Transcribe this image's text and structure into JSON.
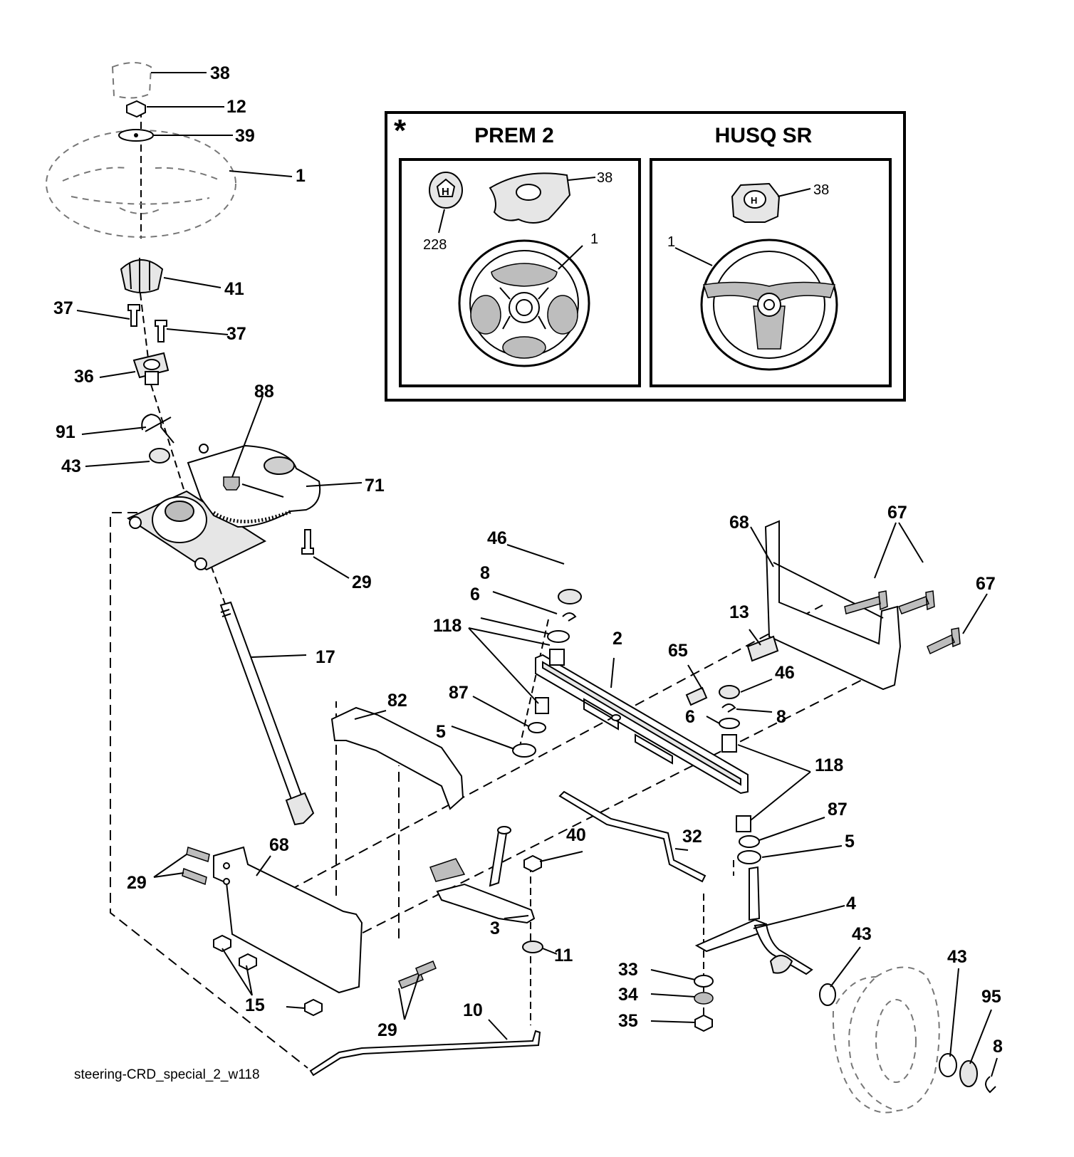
{
  "inset": {
    "marker": "*",
    "left_title": "PREM 2",
    "right_title": "HUSQ SR",
    "prem_labels": {
      "cover": "38",
      "emblem": "228",
      "wheel": "1"
    },
    "husq_labels": {
      "cover": "38",
      "wheel": "1"
    }
  },
  "callouts": [
    "38",
    "12",
    "39",
    "1",
    "41",
    "37",
    "37",
    "36",
    "88",
    "91",
    "43",
    "71",
    "29",
    "17",
    "46",
    "8",
    "6",
    "118",
    "87",
    "5",
    "2",
    "65",
    "13",
    "46",
    "8",
    "6",
    "118",
    "87",
    "5",
    "68",
    "67",
    "67",
    "82",
    "68",
    "29",
    "40",
    "32",
    "3",
    "11",
    "4",
    "43",
    "43",
    "95",
    "8",
    "33",
    "34",
    "35",
    "15",
    "29",
    "10"
  ],
  "footer": "steering-CRD_special_2_w118",
  "icons": [
    "steering-wheel-icon",
    "husqvarna-logo-icon",
    "wheel-tire-icon"
  ]
}
